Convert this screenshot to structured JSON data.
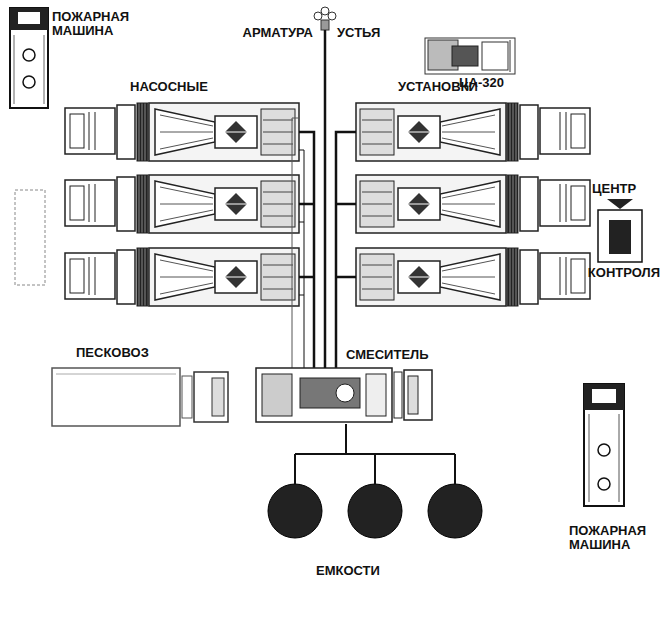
{
  "diagram": {
    "nodes": [
      {
        "text": [
          "ПОЖАРНАЯ МАШИНА"
        ]
      },
      {
        "text": [
          "АРМАТУРА",
          "УСТЬЯ"
        ]
      },
      {
        "text": [
          "ЦА-320"
        ]
      },
      {
        "text": [
          "ЦЕНТР",
          "КОНТРОЛЯ"
        ]
      },
      {
        "text": [
          "ПЕСКОВОЗ"
        ]
      },
      {
        "text": [
          "СМЕСИТЕЛЬ"
        ]
      },
      {
        "text": [
          "ЕМКОСТИ"
        ]
      },
      {
        "text": [
          "ПОЖАРНАЯ МАШИНА"
        ]
      }
    ],
    "edges": [
      {
        "from": 5,
        "to": 1,
        "arrow": "none"
      },
      {
        "from": 5,
        "to": 6,
        "arrow": "none"
      }
    ],
    "labels": [
      "НАСОСНЫЕ",
      "УСТАНОВКИ"
    ]
  }
}
